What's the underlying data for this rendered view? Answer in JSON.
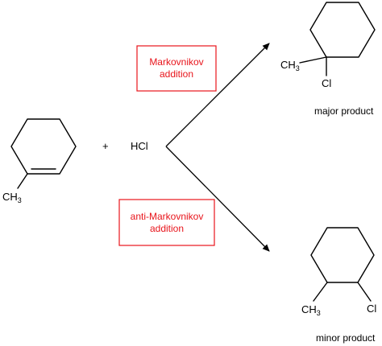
{
  "reactant": {
    "methyl_label": "CH",
    "methyl_subscript": "3"
  },
  "plus_sign": "+",
  "reagent": "HCl",
  "pathways": [
    {
      "condition_lines": [
        "Markovnikov",
        "addition"
      ],
      "condition_color": "#e8141b",
      "product": {
        "methyl_label": "CH",
        "methyl_subscript": "3",
        "halogen_label": "Cl",
        "caption": "major product"
      }
    },
    {
      "condition_lines": [
        "anti-Markovnikov",
        "addition"
      ],
      "condition_color": "#e8141b",
      "product": {
        "methyl_label": "CH",
        "methyl_subscript": "3",
        "halogen_label": "Cl",
        "caption": "minor product"
      }
    }
  ]
}
